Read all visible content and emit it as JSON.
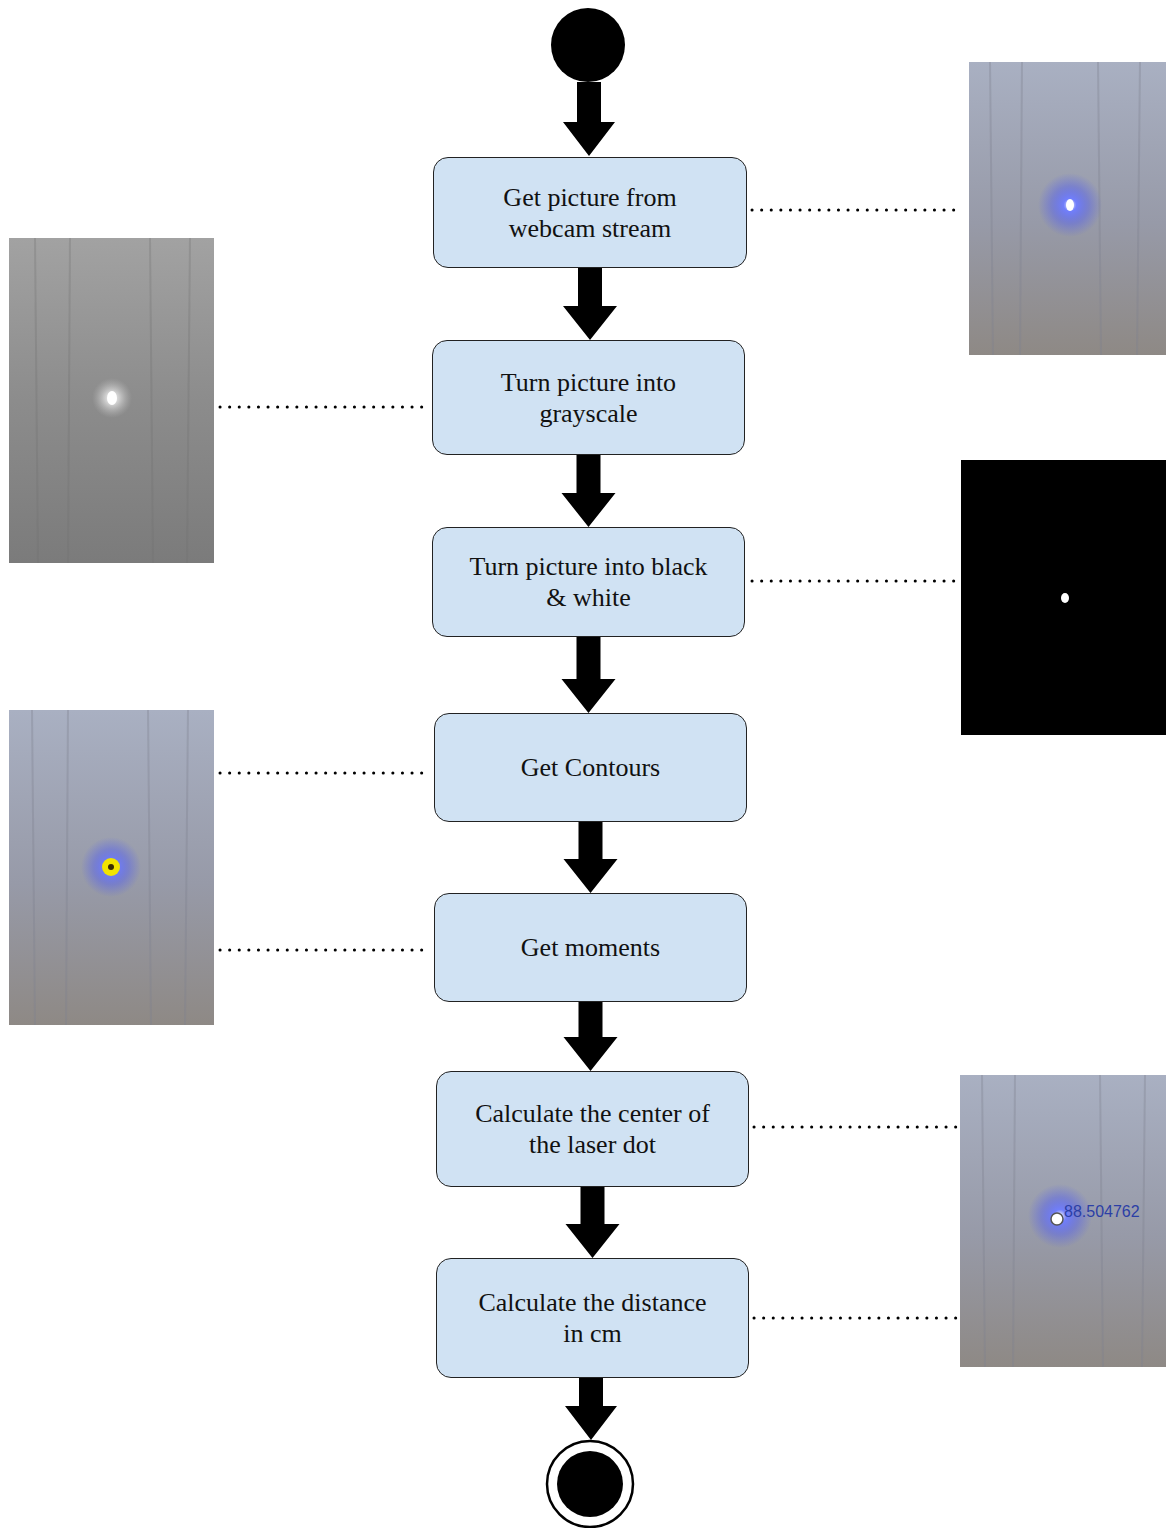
{
  "diagram": {
    "nodes": [
      {
        "text": [
          "Get picture from webcam stream"
        ]
      },
      {
        "text": [
          "Turn picture into grayscale"
        ]
      },
      {
        "text": [
          "Turn picture into black & white"
        ]
      },
      {
        "text": [
          "Get Contours"
        ]
      },
      {
        "text": [
          "Get moments"
        ]
      },
      {
        "text": [
          "Calculate the center of the laser dot"
        ]
      },
      {
        "text": [
          "Calculate the distance in cm"
        ]
      }
    ],
    "edges": [
      {
        "from": 0,
        "to": 1,
        "arrow": "to"
      },
      {
        "from": 1,
        "to": 2,
        "arrow": "to"
      },
      {
        "from": 2,
        "to": 3,
        "arrow": "to"
      },
      {
        "from": 3,
        "to": 4,
        "arrow": "to"
      },
      {
        "from": 4,
        "to": 5,
        "arrow": "to"
      },
      {
        "from": 5,
        "to": 6,
        "arrow": "to"
      }
    ],
    "labels": [
      "88.504762"
    ]
  }
}
